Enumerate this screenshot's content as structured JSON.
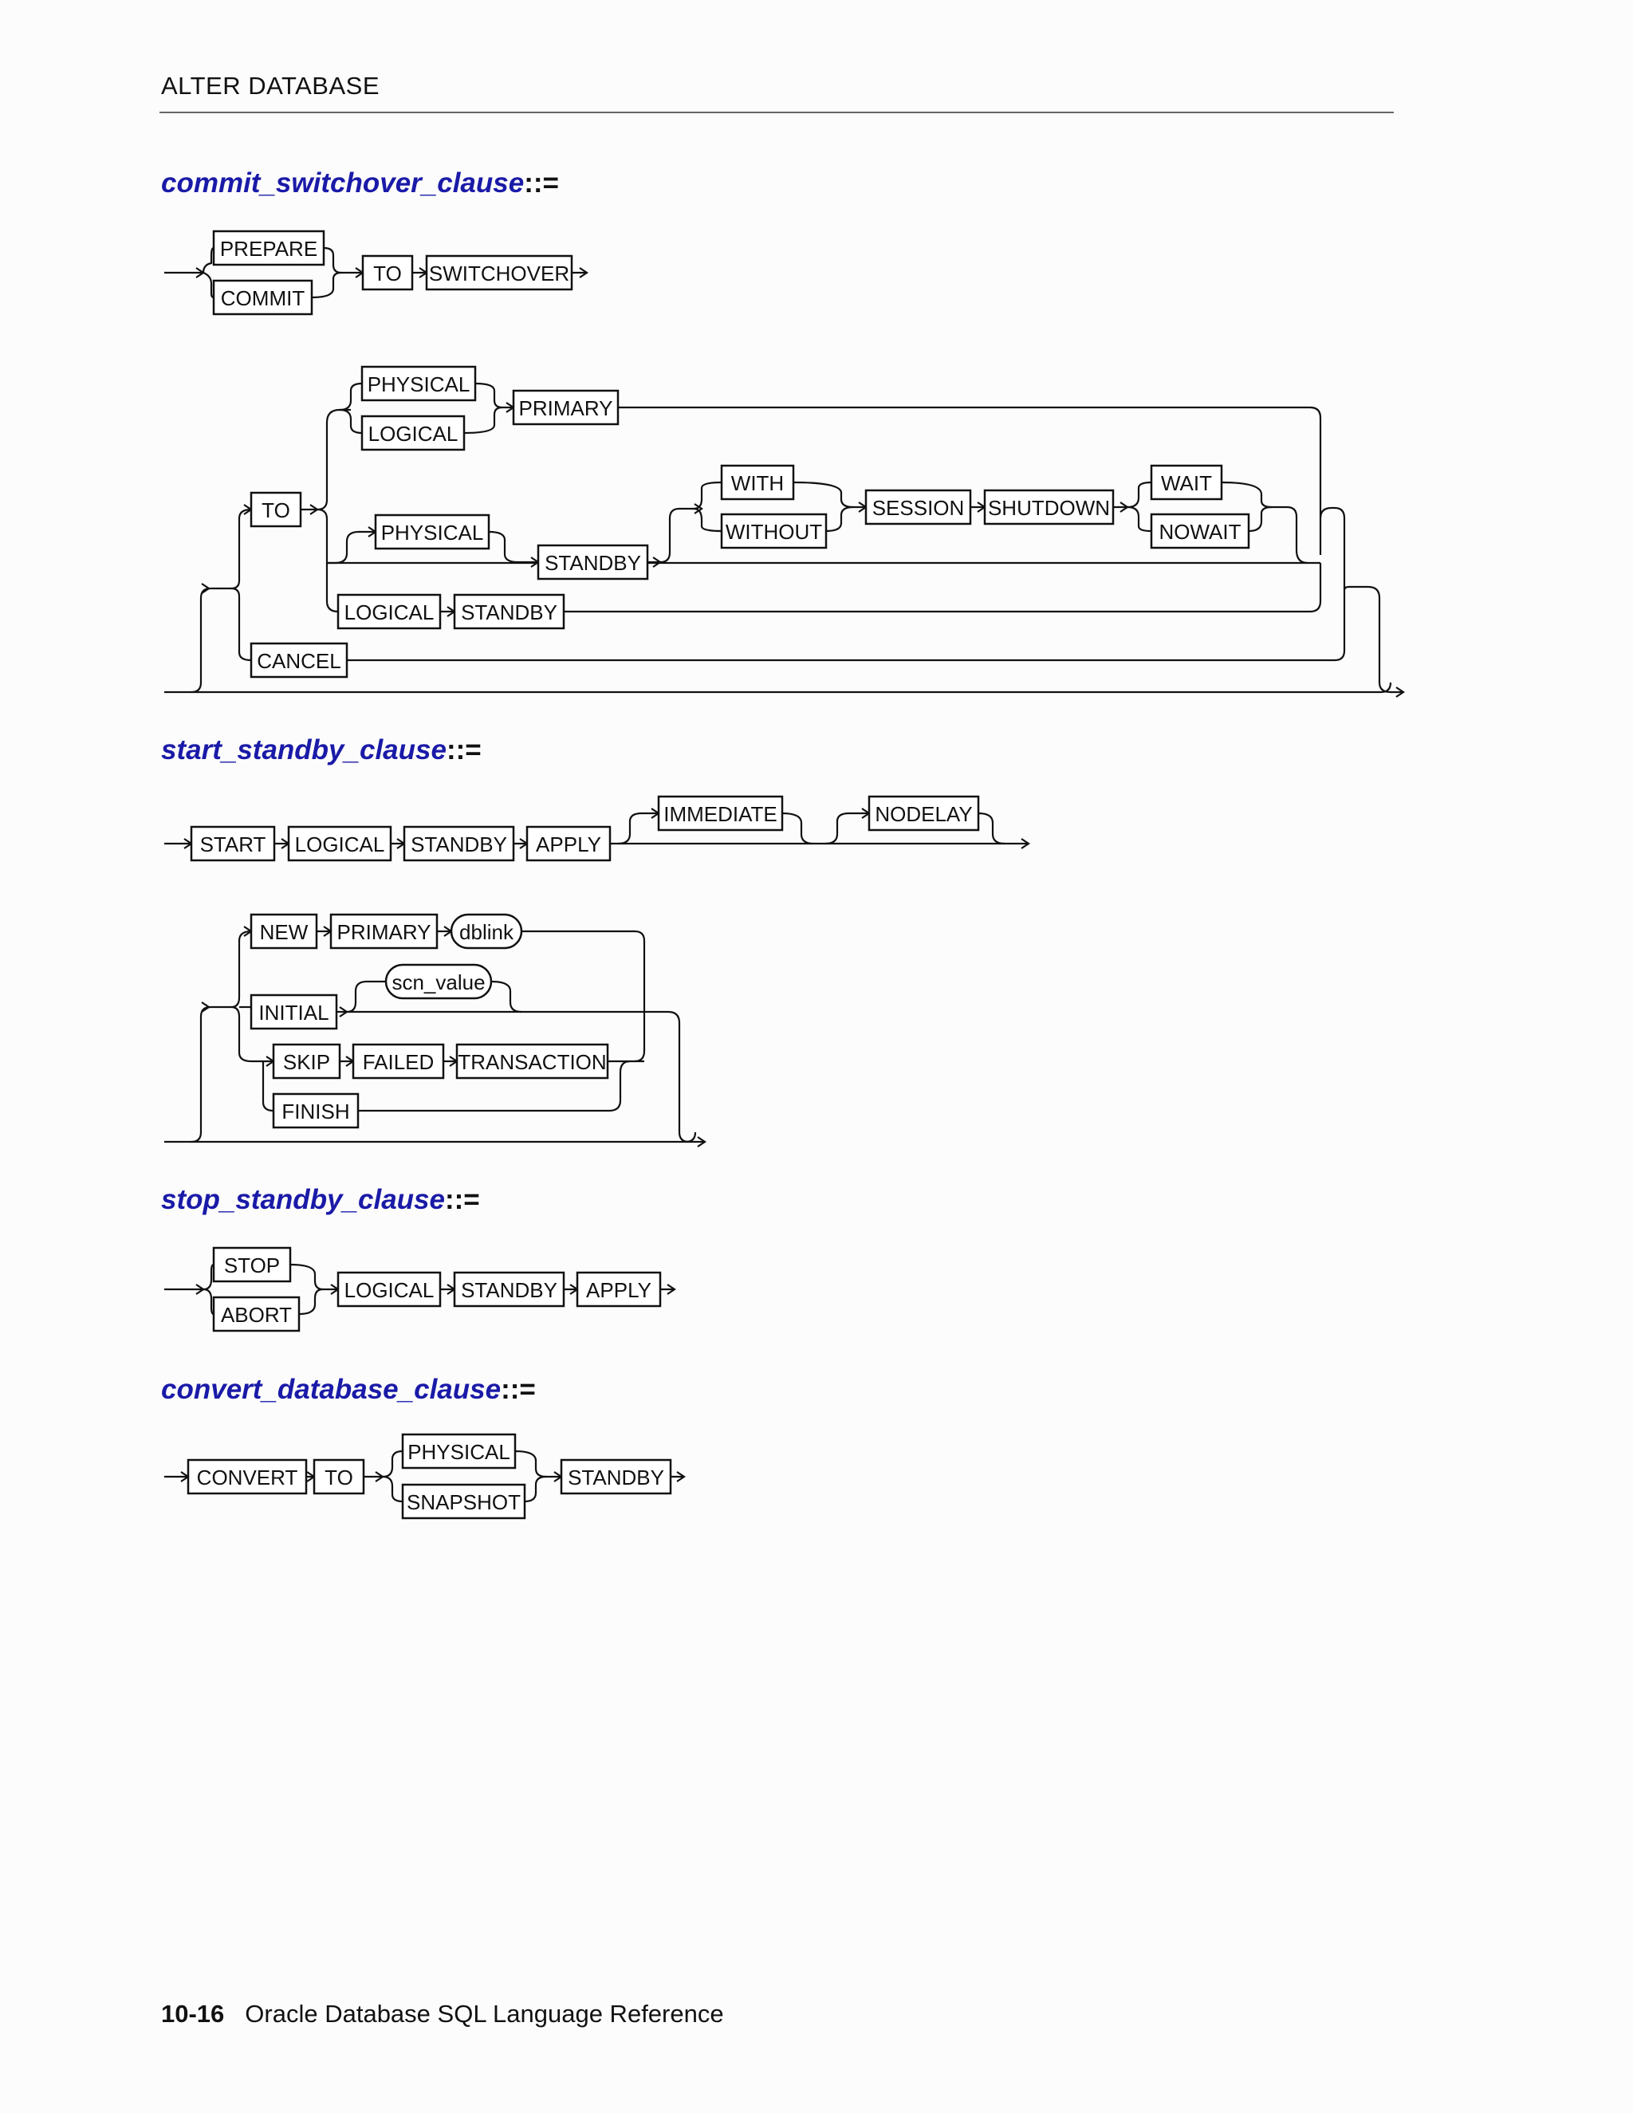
{
  "header": {
    "running_head": "ALTER DATABASE"
  },
  "sections": {
    "commit_switchover": {
      "title": "commit_switchover_clause",
      "assign": "::="
    },
    "start_standby": {
      "title": "start_standby_clause",
      "assign": "::="
    },
    "stop_standby": {
      "title": "stop_standby_clause",
      "assign": "::="
    },
    "convert_database": {
      "title": "convert_database_clause",
      "assign": "::="
    }
  },
  "terms": {
    "cs_prepare": "PREPARE",
    "cs_commit": "COMMIT",
    "cs_to": "TO",
    "cs_switchover": "SWITCHOVER",
    "cs2_physical1": "PHYSICAL",
    "cs2_logical1": "LOGICAL",
    "cs2_primary": "PRIMARY",
    "cs2_to": "TO",
    "cs2_with": "WITH",
    "cs2_without": "WITHOUT",
    "cs2_session": "SESSION",
    "cs2_shutdown": "SHUTDOWN",
    "cs2_wait": "WAIT",
    "cs2_nowait": "NOWAIT",
    "cs2_physical2": "PHYSICAL",
    "cs2_standby1": "STANDBY",
    "cs2_logical2": "LOGICAL",
    "cs2_standby2": "STANDBY",
    "cs2_cancel": "CANCEL",
    "ss_start": "START",
    "ss_logical": "LOGICAL",
    "ss_standby": "STANDBY",
    "ss_apply": "APPLY",
    "ss_immediate": "IMMEDIATE",
    "ss_nodelay": "NODELAY",
    "ss2_new": "NEW",
    "ss2_primary": "PRIMARY",
    "ss2_dblink": "dblink",
    "ss2_initial": "INITIAL",
    "ss2_scn_value": "scn_value",
    "ss2_skip": "SKIP",
    "ss2_failed": "FAILED",
    "ss2_transaction": "TRANSACTION",
    "ss2_finish": "FINISH",
    "st_stop": "STOP",
    "st_abort": "ABORT",
    "st_logical": "LOGICAL",
    "st_standby": "STANDBY",
    "st_apply": "APPLY",
    "cv_convert": "CONVERT",
    "cv_to": "TO",
    "cv_physical": "PHYSICAL",
    "cv_snapshot": "SNAPSHOT",
    "cv_standby": "STANDBY"
  },
  "footer": {
    "page_number": "10-16",
    "book_title": "Oracle Database SQL Language Reference"
  }
}
